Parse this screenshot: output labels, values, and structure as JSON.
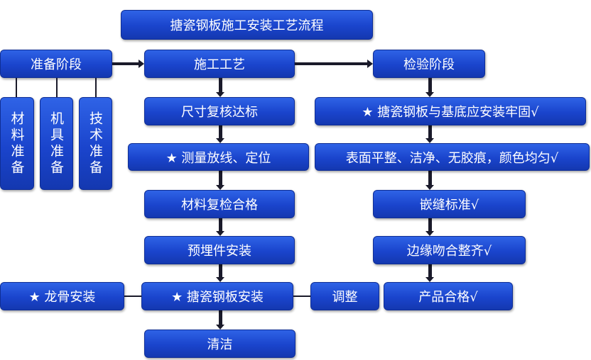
{
  "title": "搪瓷钢板施工安装工艺流程",
  "stages": {
    "prep": "准备阶段",
    "construct": "施工工艺",
    "inspect": "检验阶段"
  },
  "prep_items": [
    "材料准备",
    "机具准备",
    "技术准备"
  ],
  "construct_steps": [
    "尺寸复核达标",
    "★ 测量放线、定位",
    "材料复检合格",
    "预埋件安装",
    "★ 搪瓷钢板安装",
    "清洁"
  ],
  "side": {
    "keel": "★ 龙骨安装",
    "adjust": "调整"
  },
  "inspect_steps": [
    "★ 搪瓷钢板与基底应安装牢固√",
    "表面平整、洁净、无胶痕，颜色均匀√",
    "嵌缝标准√",
    "边缘吻合整齐√",
    "产品合格√"
  ]
}
